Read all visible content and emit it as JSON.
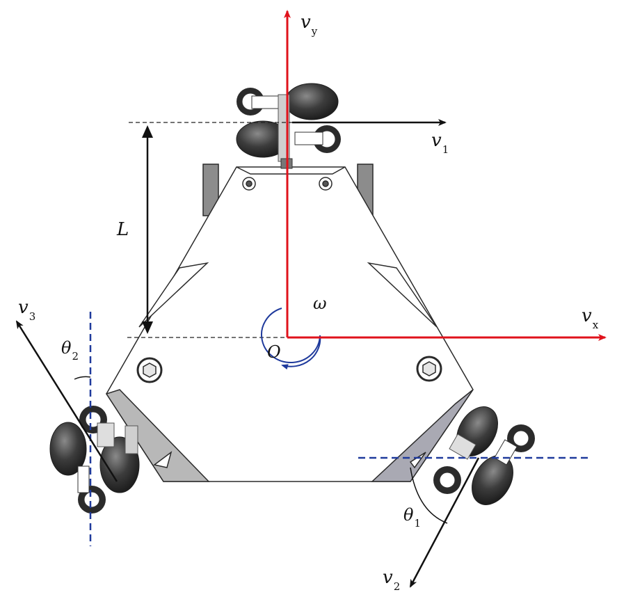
{
  "labels": {
    "vy": {
      "main": "v",
      "sub": "y"
    },
    "vx": {
      "main": "v",
      "sub": "x"
    },
    "v1": {
      "main": "v",
      "sub": "1"
    },
    "v2": {
      "main": "v",
      "sub": "2"
    },
    "v3": {
      "main": "v",
      "sub": "3"
    },
    "theta1": {
      "main": "θ",
      "sub": "1"
    },
    "theta2": {
      "main": "θ",
      "sub": "2"
    },
    "L": "L",
    "omega": "ω",
    "O": "O"
  },
  "colors": {
    "axis": "#e0121b",
    "velocity": "#111111",
    "reference": "#1f3a9c",
    "rotation": "#1f3a9c",
    "body_outline": "#2a2a2a",
    "wheel": "#3a3a3a"
  }
}
